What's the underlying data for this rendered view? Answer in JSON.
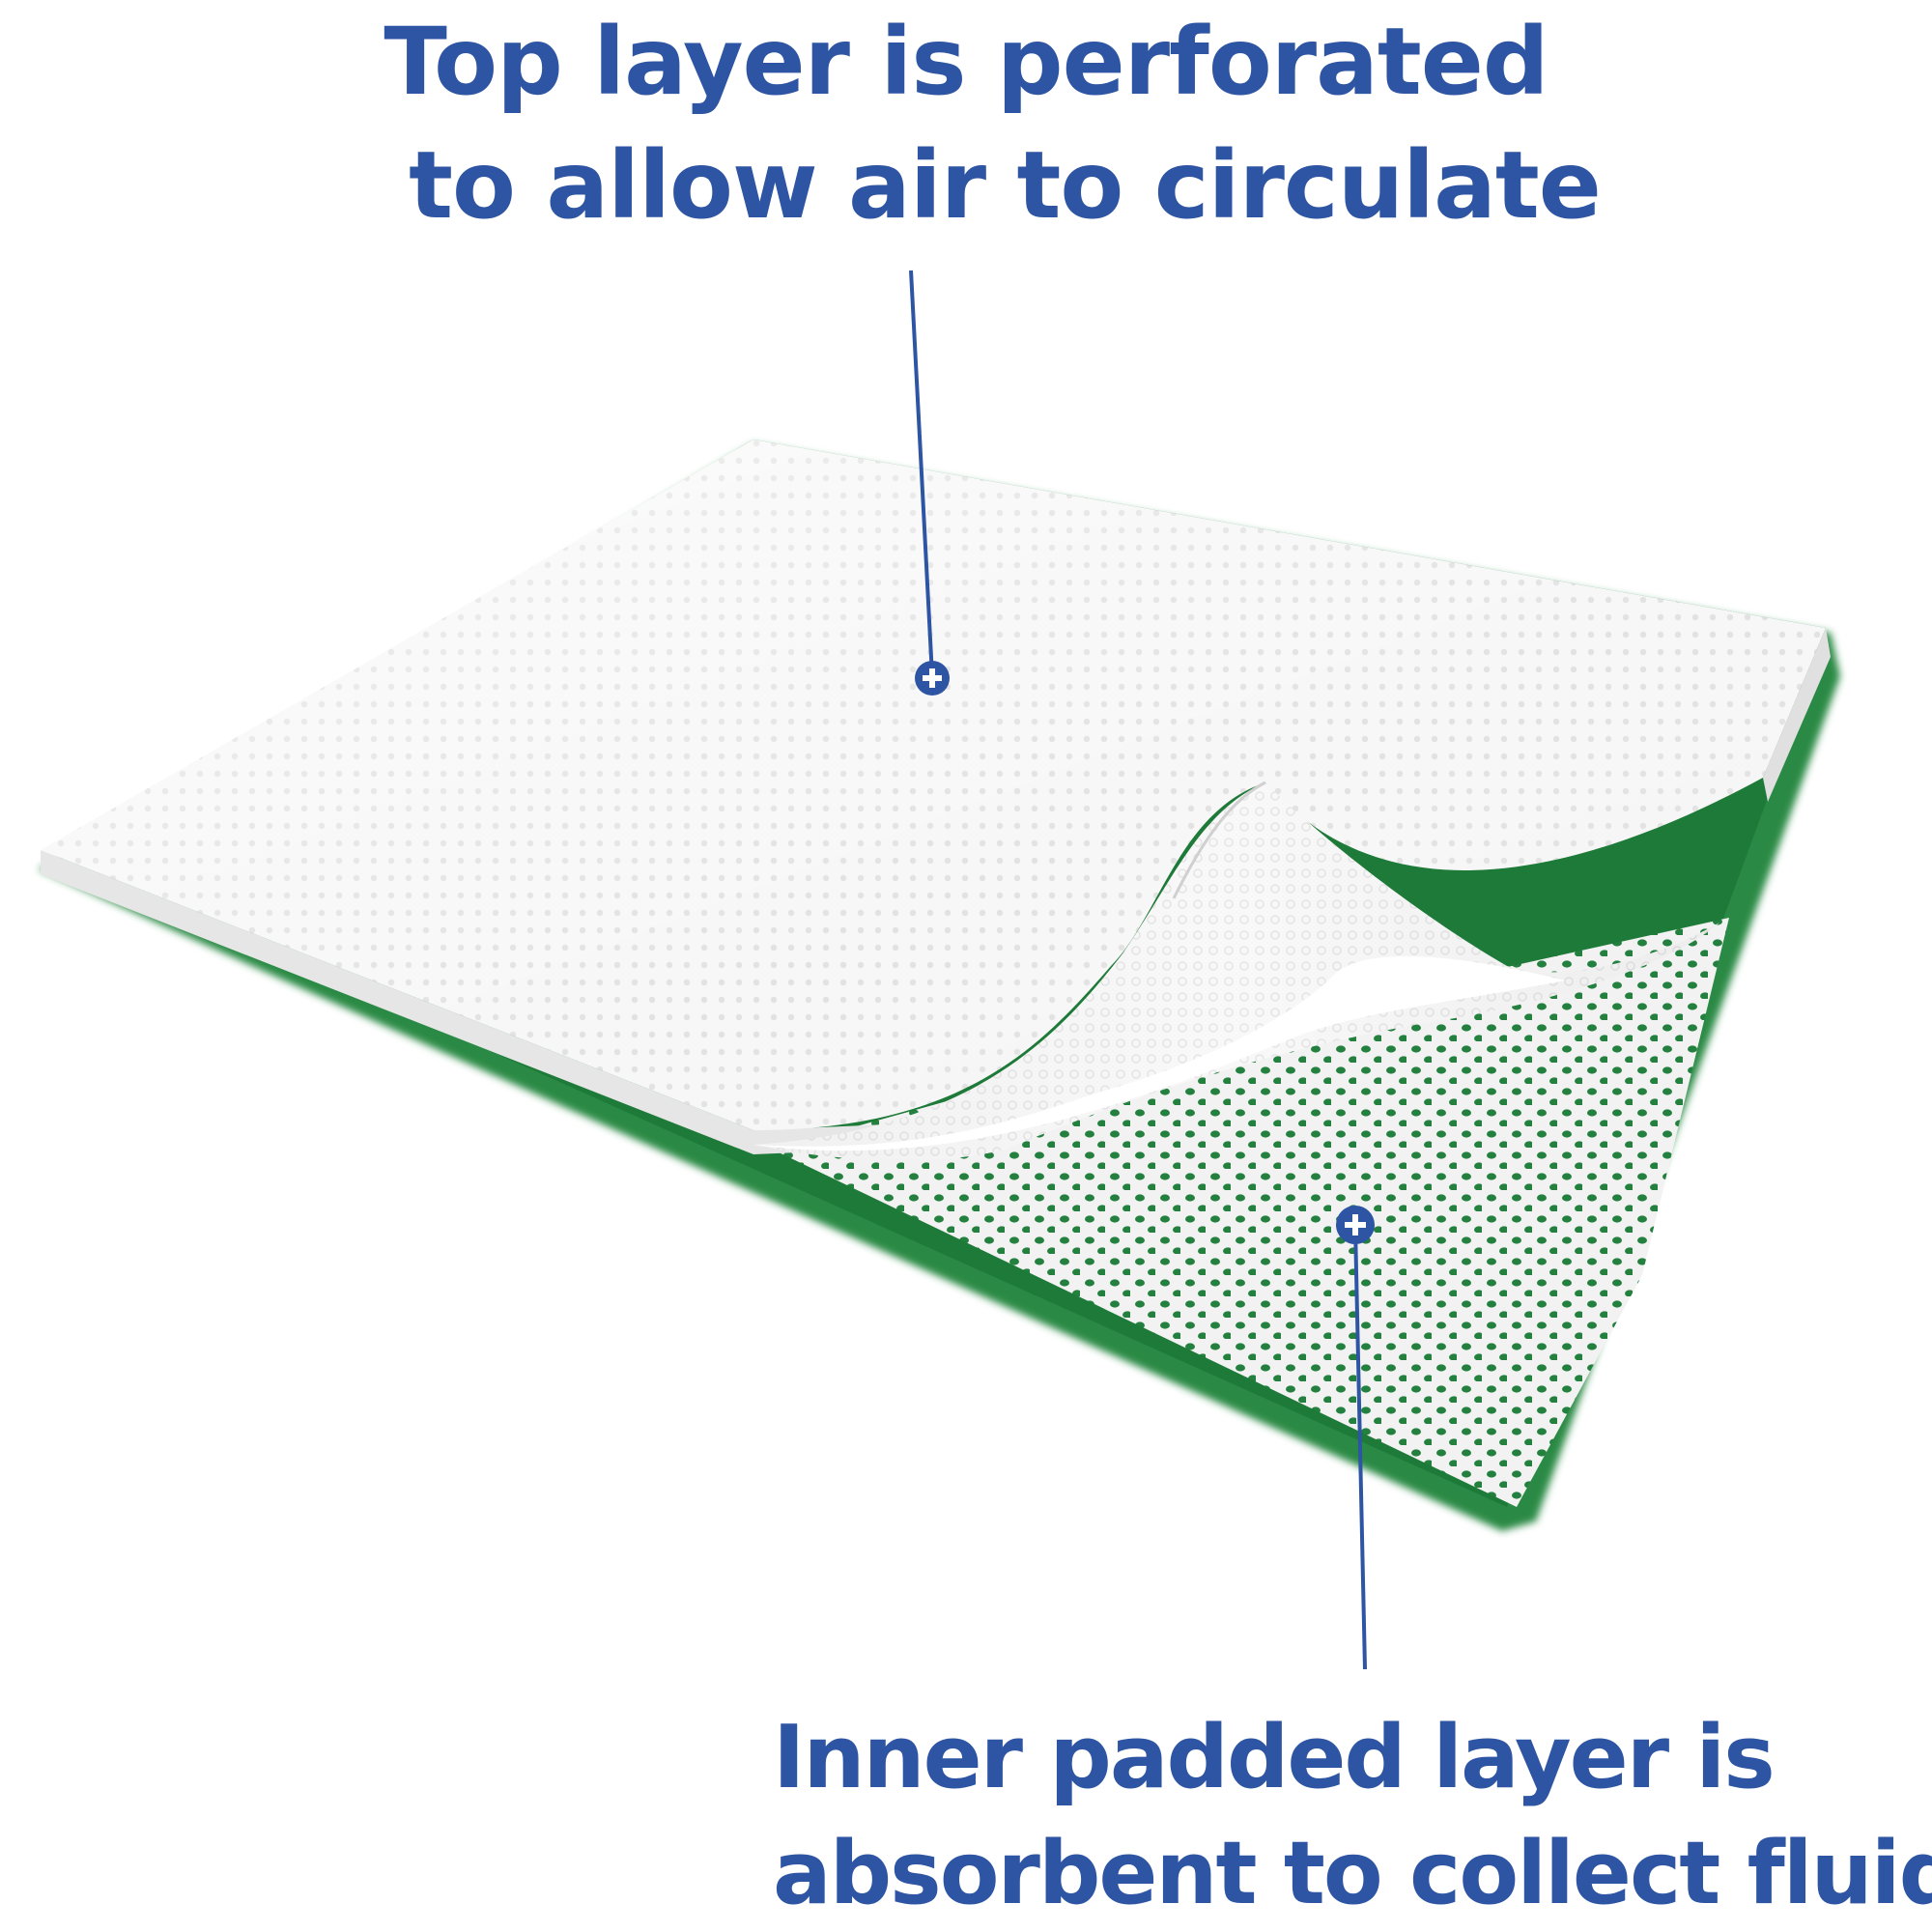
{
  "callouts": {
    "top": {
      "line1": "Top layer is perforated",
      "line2": "to allow air to circulate"
    },
    "bottom": {
      "line1": "Inner padded layer is",
      "line2": "absorbent to collect fluid"
    }
  },
  "colors": {
    "text": "#2e55a3",
    "leader_line": "#2e55a3",
    "pad_top": "#f4f4f4",
    "pad_backing": "#2a8a45",
    "inner_dots": "#24803f"
  },
  "icons": {
    "marker": "plus-circle-icon"
  }
}
